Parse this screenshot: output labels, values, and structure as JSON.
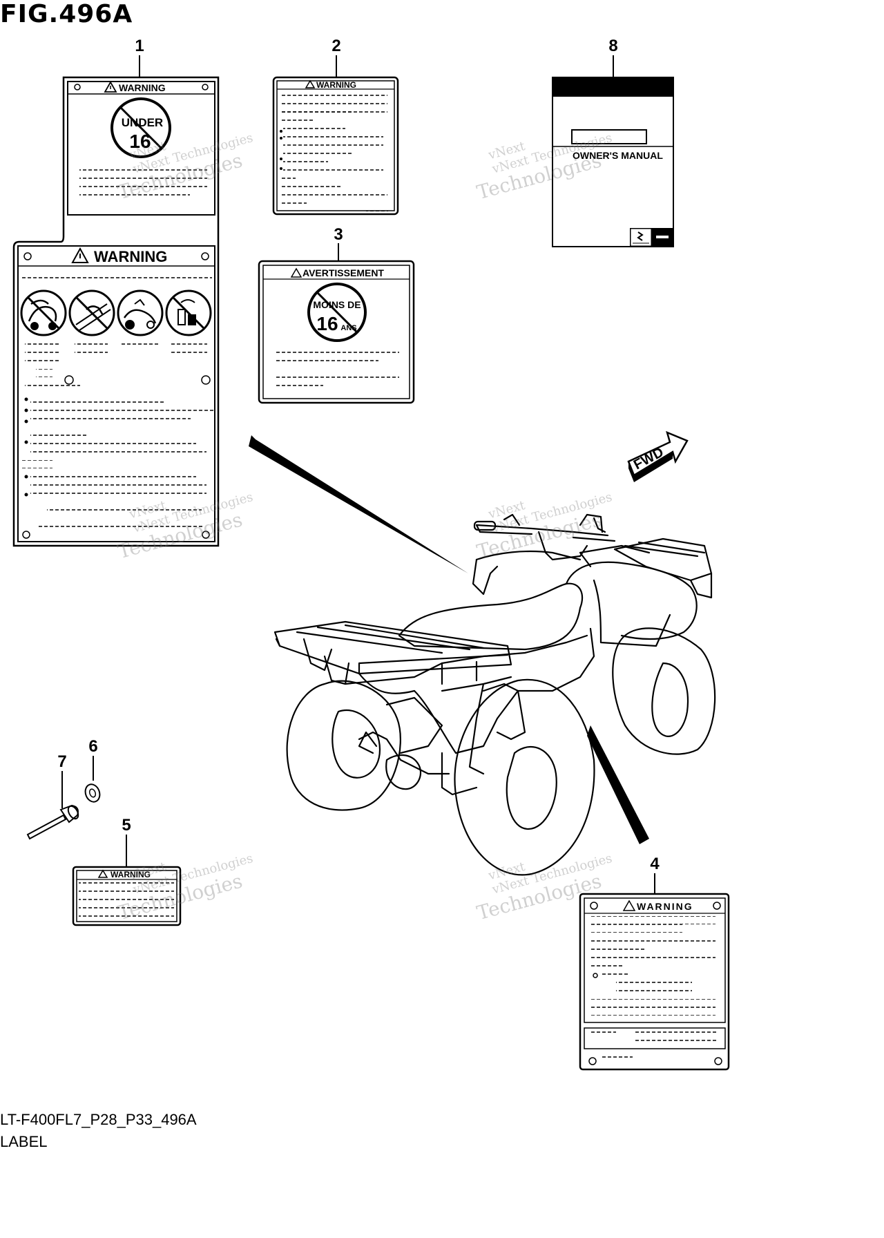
{
  "figure": {
    "title": "FIG.496A",
    "code": "LT-F400FL7_P28_P33_496A",
    "name": "LABEL"
  },
  "callouts": [
    "1",
    "2",
    "3",
    "4",
    "5",
    "6",
    "7",
    "8"
  ],
  "labels": {
    "warning": "WARNING",
    "avertissement": "AVERTISSEMENT",
    "under": "UNDER",
    "age": "16",
    "moins_de": "MOINS DE",
    "ans": "ANS",
    "owners_manual": "OWNER'S MANUAL",
    "fwd": "FWD"
  },
  "watermark": {
    "brand": "vNext",
    "line1": "vNext Technologies",
    "line2": "Technologies"
  },
  "icons": [
    "warning-triangle-icon",
    "no-under-16-icon",
    "no-passenger-icon",
    "no-paved-road-icon",
    "no-jump-icon",
    "no-alcohol-icon",
    "suzuki-logo-icon",
    "fwd-arrow-icon"
  ]
}
